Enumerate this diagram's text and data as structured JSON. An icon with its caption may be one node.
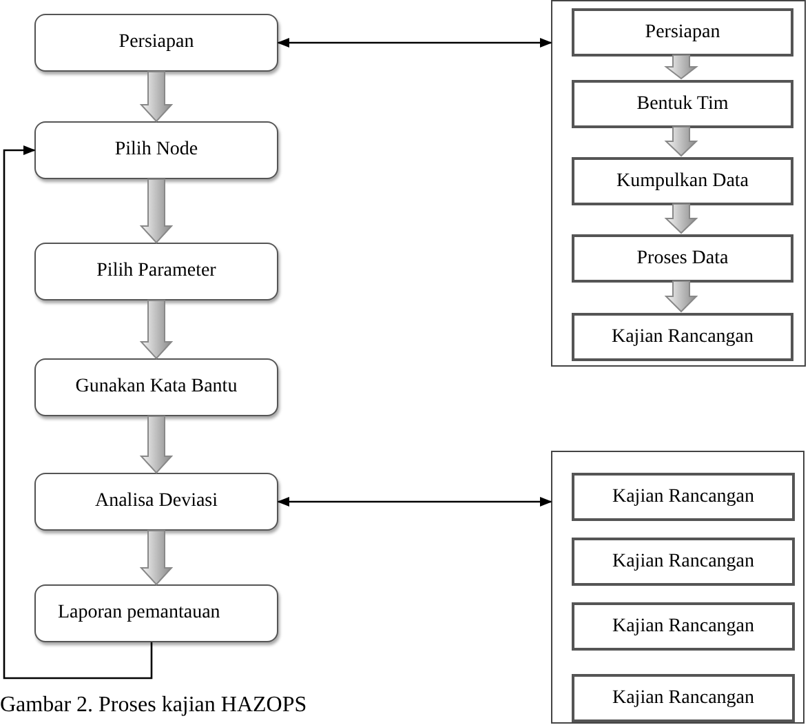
{
  "diagram": {
    "caption": "Gambar 2. Proses kajian HAZOPS",
    "nodes": [
      {
        "text": [
          "Persiapan"
        ]
      },
      {
        "text": [
          "Pilih Node"
        ]
      },
      {
        "text": [
          "Pilih Parameter"
        ]
      },
      {
        "text": [
          "Gunakan Kata Bantu"
        ]
      },
      {
        "text": [
          "Analisa Deviasi"
        ]
      },
      {
        "text": [
          "Laporan pemantauan"
        ]
      },
      {
        "text": [],
        "shape": "box"
      },
      {
        "text": [
          "Persiapan"
        ],
        "in": 6
      },
      {
        "text": [
          "Bentuk Tim"
        ],
        "in": 6
      },
      {
        "text": [
          "Kumpulkan Data"
        ],
        "in": 6
      },
      {
        "text": [
          "Proses Data"
        ],
        "in": 6
      },
      {
        "text": [
          "Kajian Rancangan"
        ],
        "in": 6
      },
      {
        "text": [],
        "shape": "box"
      },
      {
        "text": [
          "Kajian Rancangan"
        ],
        "in": 12
      },
      {
        "text": [
          "Kajian Rancangan"
        ],
        "in": 12
      },
      {
        "text": [
          "Kajian Rancangan"
        ],
        "in": 12
      },
      {
        "text": [
          "Kajian Rancangan"
        ],
        "in": 12
      }
    ],
    "edges": [
      {
        "from": 0,
        "to": 1,
        "arrow": "to",
        "style": "thick"
      },
      {
        "from": 1,
        "to": 2,
        "arrow": "to",
        "style": "thick"
      },
      {
        "from": 2,
        "to": 3,
        "arrow": "to",
        "style": "thick"
      },
      {
        "from": 3,
        "to": 4,
        "arrow": "to",
        "style": "thick"
      },
      {
        "from": 4,
        "to": 5,
        "arrow": "to",
        "style": "thick"
      },
      {
        "from": 5,
        "to": 1,
        "arrow": "to"
      },
      {
        "from": 0,
        "to": 6,
        "arrow": "both"
      },
      {
        "from": 4,
        "to": 12,
        "arrow": "both"
      },
      {
        "from": 7,
        "to": 8,
        "arrow": "to",
        "style": "thick"
      },
      {
        "from": 8,
        "to": 9,
        "arrow": "to",
        "style": "thick"
      },
      {
        "from": 9,
        "to": 10,
        "arrow": "to",
        "style": "thick"
      },
      {
        "from": 10,
        "to": 11,
        "arrow": "to",
        "style": "thick"
      }
    ]
  }
}
